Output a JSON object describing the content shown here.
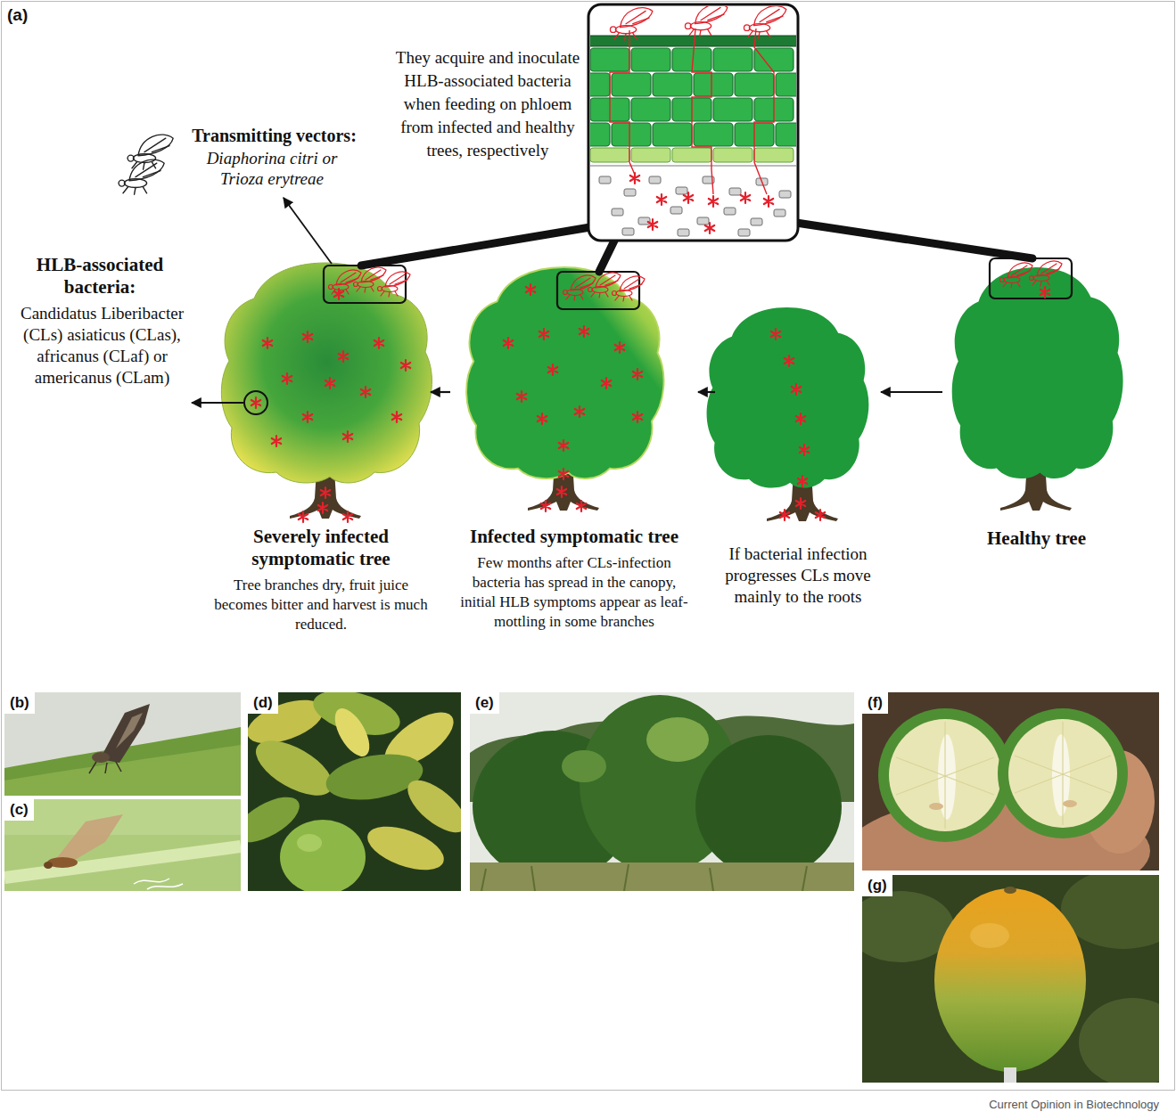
{
  "diagram": {
    "nodes": [
      {
        "text": [
          "Severely infected symptomatic tree",
          "Tree branches dry, fruit juice becomes bitter and harvest is much reduced."
        ]
      },
      {
        "text": [
          "Infected symptomatic tree",
          "Few months after CLs-infection bacteria has spread in the canopy, initial HLB symptoms appear as leaf-mottling in some branches"
        ]
      },
      {
        "text": [
          "If bacterial infection progresses CLs move mainly to the roots"
        ]
      },
      {
        "text": [
          "Healthy tree"
        ]
      }
    ],
    "edges": [
      {
        "from": 3,
        "to": 2,
        "arrow": "to"
      },
      {
        "from": 2,
        "to": 1,
        "arrow": "to"
      },
      {
        "from": 1,
        "to": 0,
        "arrow": "to"
      }
    ],
    "labels": [
      "(a)",
      "Transmitting vectors:",
      "Diaphorina citri or Trioza erytreae",
      "They acquire and inoculate HLB-associated bacteria when feeding on phloem from infected and healthy trees, respectively",
      "HLB-associated bacteria:",
      "Candidatus Liberibacter (CLs) asiaticus (CLas), africanus (CLaf) or americanus (CLam)",
      "(b)",
      "(c)",
      "(d)",
      "(e)",
      "(f)",
      "(g)",
      "Current Opinion in Biotechnology"
    ]
  }
}
